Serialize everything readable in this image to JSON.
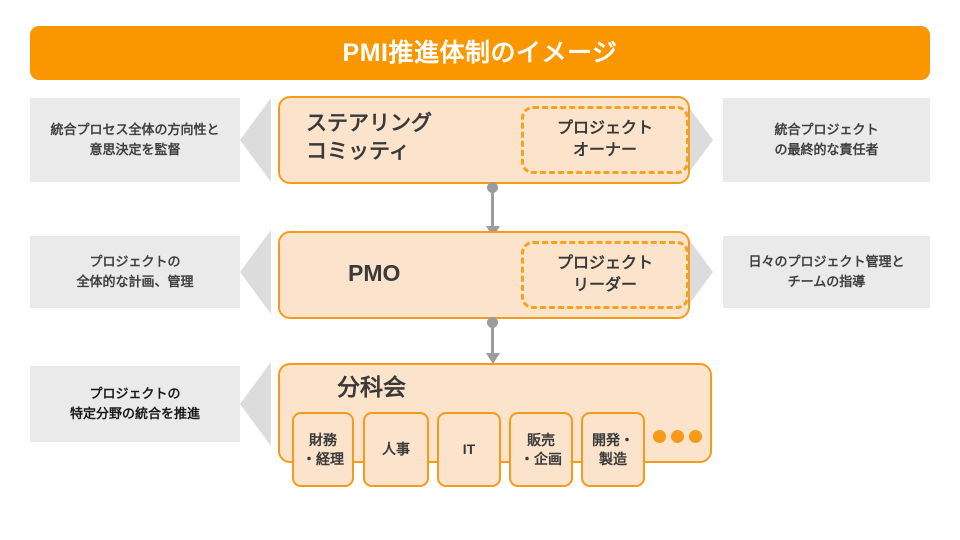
{
  "title": {
    "text": "PMI推進体制のイメージ",
    "bg_color": "#FA9600",
    "text_color": "#FFFFFF"
  },
  "theme": {
    "node_fill": "#FBE3CC",
    "node_border": "#F59B1C",
    "callout_fill": "#EAEAEA",
    "chevron_fill": "#DCDCDC",
    "connector_color": "#9C9C9C",
    "dot_color": "#F89A18"
  },
  "rows": [
    {
      "left_callout": "統合プロセス全体の方向性と\n意思決定を監督",
      "left_callout_line1": "統合プロセス全体の方向性と",
      "left_callout_line2": "意思決定を監督",
      "node_label_line1": "ステアリング",
      "node_label_line2": "コミッティ",
      "role_line1": "プロジェクト",
      "role_line2": "オーナー",
      "right_callout_line1": "統合プロジェクト",
      "right_callout_line2": "の最終的な責任者"
    },
    {
      "left_callout_line1": "プロジェクトの",
      "left_callout_line2": "全体的な計画、管理",
      "node_label_line1": "PMO",
      "node_label_line2": "",
      "role_line1": "プロジェクト",
      "role_line2": "リーダー",
      "right_callout_line1": "日々のプロジェクト管理と",
      "right_callout_line2": "チームの指導"
    },
    {
      "left_callout_line1": "プロジェクトの",
      "left_callout_line2": "特定分野の統合を推進",
      "node_label_line1": "分科会",
      "node_label_line2": "",
      "role_line1": "",
      "role_line2": "",
      "right_callout_line1": "",
      "right_callout_line2": ""
    }
  ],
  "subcommittees": [
    {
      "line1": "財務",
      "line2": "・経理"
    },
    {
      "line1": "人事",
      "line2": ""
    },
    {
      "line1": "IT",
      "line2": ""
    },
    {
      "line1": "販売",
      "line2": "・企画"
    },
    {
      "line1": "開発・",
      "line2": "製造"
    }
  ],
  "more_indicator": {
    "name": "three-dots",
    "count": 3
  }
}
